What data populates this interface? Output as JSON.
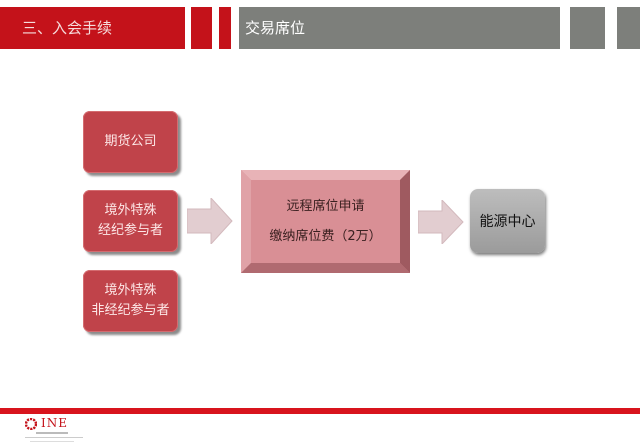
{
  "header": {
    "section_title": "三、入会手续",
    "subtitle": "交易席位"
  },
  "diagram": {
    "sources": [
      {
        "lines": [
          "期货公司"
        ]
      },
      {
        "lines": [
          "境外特殊",
          "经纪参与者"
        ]
      },
      {
        "lines": [
          "境外特殊",
          "非经纪参与者"
        ]
      }
    ],
    "process": {
      "line1": "远程席位申请",
      "line2": "缴纳席位费（2万）"
    },
    "destination": "能源中心"
  },
  "footer": {
    "logo_text": "INE"
  },
  "colors": {
    "header_red": "#c4121a",
    "header_gray": "#7d7f7b",
    "source_box": "#c0434a",
    "process_box": "#d68e93",
    "destination_box": "#aaaaaa",
    "arrow": "#e2cdd0",
    "footer_line": "#d8141d"
  }
}
